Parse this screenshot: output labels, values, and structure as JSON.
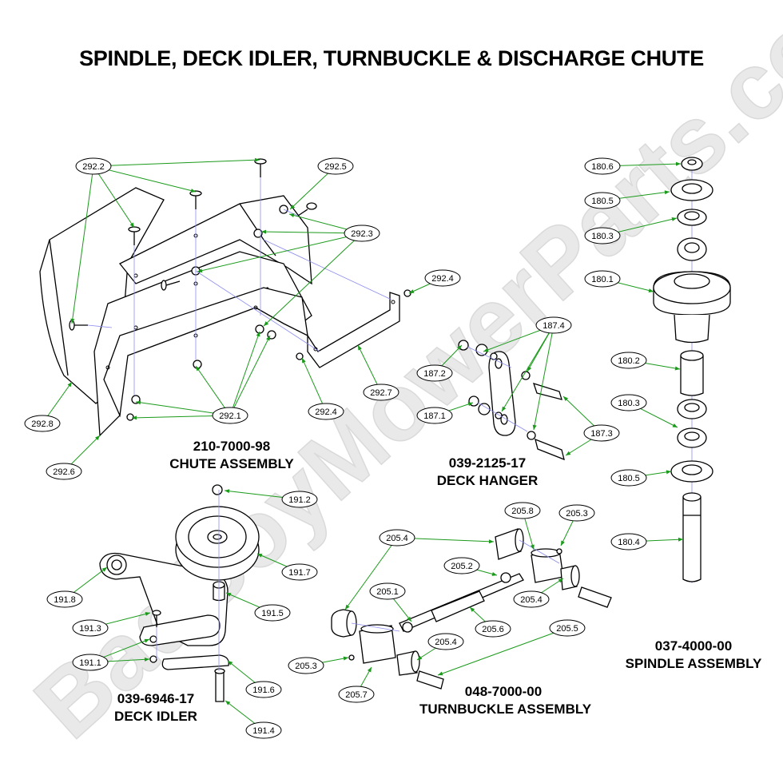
{
  "title": "SPINDLE, DECK IDLER, TURNBUCKLE & DISCHARGE CHUTE",
  "watermark": "BadBoyMowerParts.com",
  "colors": {
    "leader": "#1a9a1a",
    "axis": "#8c8cf0",
    "line": "#000000"
  },
  "assemblies": {
    "chute": {
      "part": "210-7000-98",
      "name": "CHUTE ASSEMBLY"
    },
    "hanger": {
      "part": "039-2125-17",
      "name": "DECK HANGER"
    },
    "idler": {
      "part": "039-6946-17",
      "name": "DECK IDLER"
    },
    "turnbuckle": {
      "part": "048-7000-00",
      "name": "TURNBUCKLE ASSEMBLY"
    },
    "spindle": {
      "part": "037-4000-00",
      "name": "SPINDLE ASSEMBLY"
    }
  },
  "callouts": [
    "292.2",
    "292.5",
    "292.3",
    "292.4",
    "292.7",
    "292.4",
    "292.1",
    "292.8",
    "292.6",
    "187.4",
    "187.2",
    "187.1",
    "187.3",
    "180.6",
    "180.5",
    "180.3",
    "180.1",
    "180.2",
    "180.3",
    "180.5",
    "180.4",
    "191.2",
    "191.7",
    "191.8",
    "191.5",
    "191.3",
    "191.1",
    "191.6",
    "191.4",
    "205.4",
    "205.8",
    "205.3",
    "205.2",
    "205.1",
    "205.6",
    "205.4",
    "205.4",
    "205.5",
    "205.3",
    "205.7"
  ]
}
